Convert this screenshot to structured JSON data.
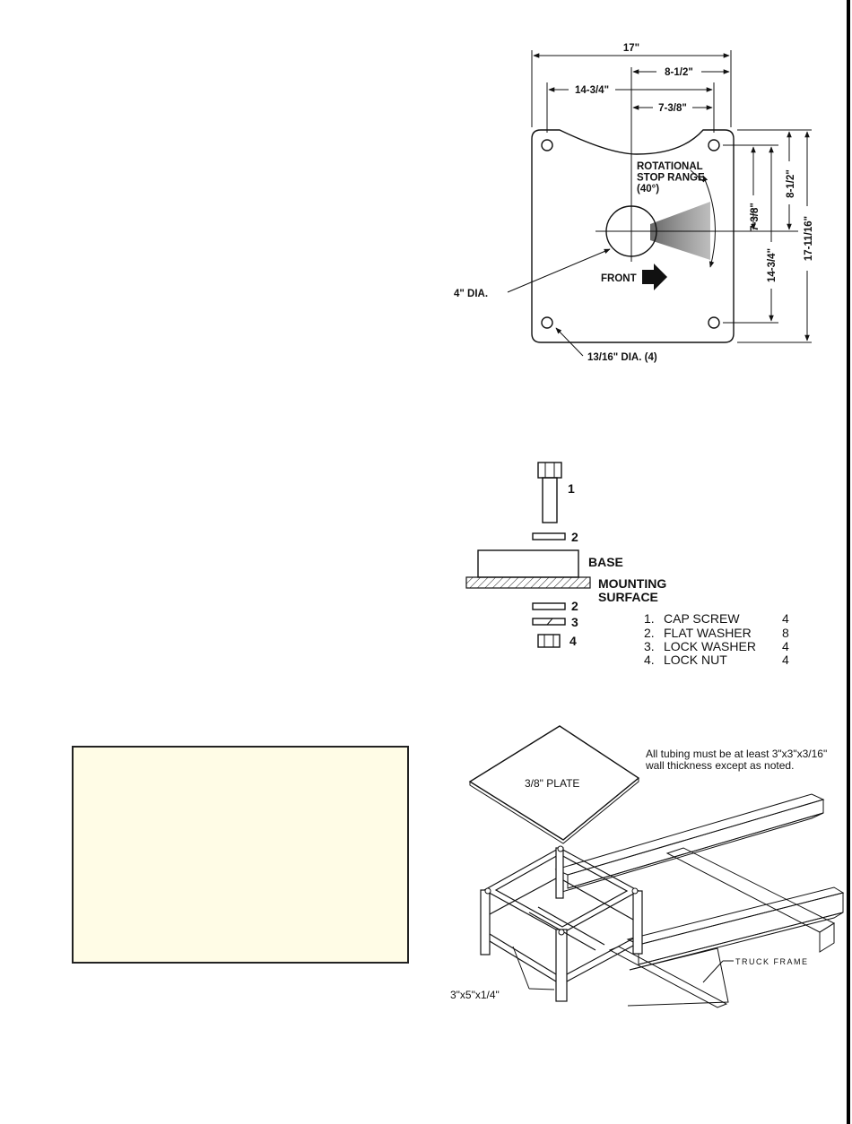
{
  "base_plate": {
    "dims": {
      "overall_width": "17\"",
      "half_width": "8-1/2\"",
      "hole_spacing_width": "14-3/4\"",
      "half_hole_spacing_width": "7-3/8\"",
      "half_hole_spacing_height": "7-3/8\"",
      "half_height": "8-1/2\"",
      "hole_spacing_height": "14-3/4\"",
      "overall_height": "17-11/16\""
    },
    "rotational_stop_label": [
      "ROTATIONAL",
      "STOP RANGE",
      "(40°)"
    ],
    "front_label": "FRONT",
    "center_hole_label": "4\" DIA.",
    "bolt_hole_label": "13/16\" DIA. (4)"
  },
  "fastener_stack": {
    "callouts": [
      "1",
      "2",
      "2",
      "3",
      "4"
    ],
    "base_label": "BASE",
    "mounting_surface_label": [
      "MOUNTING",
      "SURFACE"
    ],
    "parts": [
      {
        "number": "1.",
        "name": "CAP SCREW",
        "qty": "4"
      },
      {
        "number": "2.",
        "name": "FLAT WASHER",
        "qty": "8"
      },
      {
        "number": "3.",
        "name": "LOCK WASHER",
        "qty": "4"
      },
      {
        "number": "4.",
        "name": "LOCK NUT",
        "qty": "4"
      }
    ]
  },
  "truck_mount": {
    "note": [
      "All tubing must be at least 3\"x3\"x3/16\"",
      "wall thickness except as noted."
    ],
    "plate_label": "3/8\" PLATE",
    "tube_label": "3\"x5\"x1/4\"",
    "frame_label": "TRUCK FRAME"
  }
}
